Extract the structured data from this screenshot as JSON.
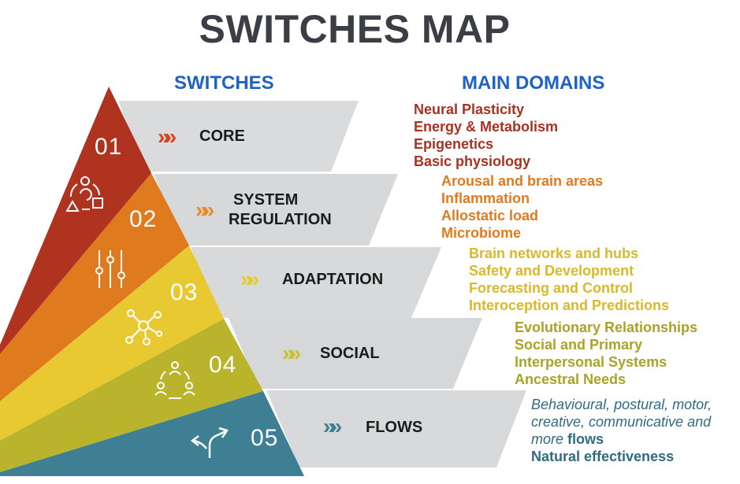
{
  "title": "SWITCHES MAP",
  "headers": {
    "switches": "SWITCHES",
    "domains": "MAIN DOMAINS"
  },
  "colors": {
    "core": "#b0331f",
    "regulation": "#e07a1f",
    "adaptation": "#e9c931",
    "social": "#b9b42c",
    "flows": "#3f7f94",
    "banner": "#dadbdc",
    "header_blue": "#1d62c6",
    "title_gray": "#3b3f45"
  },
  "switches": [
    {
      "number": "01",
      "label": "CORE",
      "icon": "cycle-shapes-icon",
      "arrow": "»"
    },
    {
      "number": "02",
      "label": "SYSTEM REGULATION",
      "label_line1": "SYSTEM",
      "label_line2": "REGULATION",
      "icon": "sliders-icon",
      "arrow": "»"
    },
    {
      "number": "03",
      "label": "ADAPTATION",
      "icon": "network-nodes-icon",
      "arrow": "»"
    },
    {
      "number": "04",
      "label": "SOCIAL",
      "icon": "people-cycle-icon",
      "arrow": "»"
    },
    {
      "number": "05",
      "label": "FLOWS",
      "icon": "split-arrows-icon",
      "arrow": "»"
    }
  ],
  "domains": {
    "core": [
      "Neural Plasticity",
      "Energy & Metabolism",
      "Epigenetics",
      "Basic physiology"
    ],
    "regulation": [
      "Arousal and brain areas",
      "Inflammation",
      "Allostatic load",
      "Microbiome"
    ],
    "adaptation": [
      "Brain networks and hubs",
      "Safety and Development",
      "Forecasting and Control",
      "Interoception and Predictions"
    ],
    "social": [
      "Evolutionary Relationships",
      "Social and Primary",
      "Interpersonal Systems",
      "Ancestral Needs"
    ],
    "flows": {
      "line1": "Behavioural, postural, motor,",
      "line2": "creative, communicative and",
      "line3_italic": "more",
      "line3_bold": "flows",
      "line4": "Natural effectiveness"
    }
  }
}
